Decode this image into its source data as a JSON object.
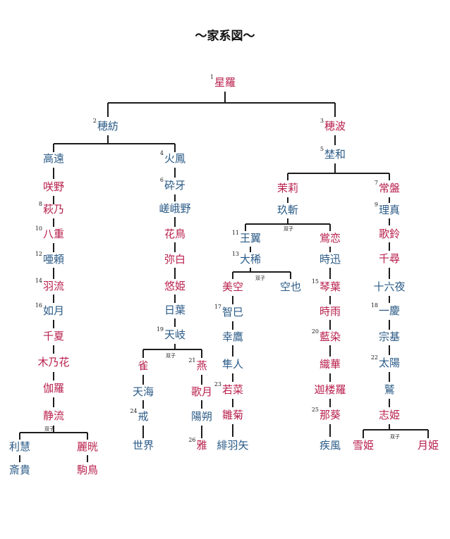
{
  "title": "～家系図～",
  "twin_label": "双子",
  "colors": {
    "male": "#2a5a86",
    "female": "#b81f4c",
    "line": "#1c1c1c"
  },
  "people": {
    "seira": {
      "name": "星羅",
      "num": "1",
      "gender": "f"
    },
    "honami_b": {
      "name": "穂紡",
      "num": "2",
      "gender": "m"
    },
    "honami": {
      "name": "穂波",
      "num": "3",
      "gender": "f"
    },
    "kouen": {
      "name": "高遠",
      "num": "",
      "gender": "m"
    },
    "kaho": {
      "name": "火鳳",
      "num": "4",
      "gender": "m"
    },
    "kiwa": {
      "name": "埜和",
      "num": "5",
      "gender": "m"
    },
    "sakuya": {
      "name": "咲野",
      "num": "",
      "gender": "f"
    },
    "saiga": {
      "name": "砕牙",
      "num": "6",
      "gender": "m"
    },
    "mari": {
      "name": "茉莉",
      "num": "",
      "gender": "f"
    },
    "tokiwa": {
      "name": "常盤",
      "num": "7",
      "gender": "f"
    },
    "hagino": {
      "name": "萩乃",
      "num": "8",
      "gender": "f"
    },
    "sagano": {
      "name": "嵯峨野",
      "num": "",
      "gender": "m"
    },
    "kyuzan": {
      "name": "玖斬",
      "num": "",
      "gender": "m"
    },
    "rishin": {
      "name": "理真",
      "num": "9",
      "gender": "m"
    },
    "yae": {
      "name": "八重",
      "num": "10",
      "gender": "f"
    },
    "kachou": {
      "name": "花鳥",
      "num": "",
      "gender": "f"
    },
    "ouyoku": {
      "name": "王翼",
      "num": "11",
      "gender": "m"
    },
    "ouren": {
      "name": "鴬恋",
      "num": "",
      "gender": "f"
    },
    "karin": {
      "name": "歌鈴",
      "num": "",
      "gender": "f"
    },
    "aiyori": {
      "name": "唖頼",
      "num": "12",
      "gender": "m"
    },
    "yayoi": {
      "name": "弥白",
      "num": "",
      "gender": "f"
    },
    "taiki": {
      "name": "大稀",
      "num": "13",
      "gender": "m"
    },
    "tokiji": {
      "name": "時迅",
      "num": "",
      "gender": "m"
    },
    "chihiro": {
      "name": "千尋",
      "num": "",
      "gender": "f"
    },
    "haru": {
      "name": "羽流",
      "num": "14",
      "gender": "f"
    },
    "yuuki": {
      "name": "悠姫",
      "num": "",
      "gender": "f"
    },
    "misora": {
      "name": "美空",
      "num": "",
      "gender": "f"
    },
    "kuuya": {
      "name": "空也",
      "num": "",
      "gender": "m"
    },
    "kotoha": {
      "name": "琴葉",
      "num": "15",
      "gender": "f"
    },
    "izayoi": {
      "name": "十六夜",
      "num": "",
      "gender": "m"
    },
    "kisaragi": {
      "name": "如月",
      "num": "16",
      "gender": "m"
    },
    "hiba": {
      "name": "日葉",
      "num": "",
      "gender": "m"
    },
    "tomomi": {
      "name": "智巳",
      "num": "17",
      "gender": "m"
    },
    "shigure": {
      "name": "時雨",
      "num": "",
      "gender": "f"
    },
    "ikkei": {
      "name": "一慶",
      "num": "18",
      "gender": "m"
    },
    "chinatsu": {
      "name": "千夏",
      "num": "",
      "gender": "f"
    },
    "amaki": {
      "name": "天岐",
      "num": "19",
      "gender": "m"
    },
    "koutaka": {
      "name": "幸鷹",
      "num": "",
      "gender": "m"
    },
    "aizome": {
      "name": "藍染",
      "num": "20",
      "gender": "f"
    },
    "muneki": {
      "name": "宗基",
      "num": "",
      "gender": "m"
    },
    "kinoka": {
      "name": "木乃花",
      "num": "",
      "gender": "f"
    },
    "suzume": {
      "name": "雀",
      "num": "",
      "gender": "f"
    },
    "tsubame": {
      "name": "燕",
      "num": "21",
      "gender": "f"
    },
    "hayato": {
      "name": "隼人",
      "num": "",
      "gender": "m"
    },
    "oribana": {
      "name": "織華",
      "num": "",
      "gender": "f"
    },
    "taiyou": {
      "name": "太陽",
      "num": "22",
      "gender": "m"
    },
    "garan": {
      "name": "伽羅",
      "num": "",
      "gender": "f"
    },
    "tenkai": {
      "name": "天海",
      "num": "",
      "gender": "m"
    },
    "kagetsu": {
      "name": "歌月",
      "num": "",
      "gender": "f"
    },
    "wakana": {
      "name": "若菜",
      "num": "23",
      "gender": "f"
    },
    "karura": {
      "name": "迦楼羅",
      "num": "",
      "gender": "f"
    },
    "washi": {
      "name": "鷲",
      "num": "",
      "gender": "m"
    },
    "shizuru": {
      "name": "静流",
      "num": "",
      "gender": "f"
    },
    "kai": {
      "name": "戒",
      "num": "24",
      "gender": "m"
    },
    "yousaku": {
      "name": "陽朔",
      "num": "",
      "gender": "m"
    },
    "hinagiku": {
      "name": "雛菊",
      "num": "",
      "gender": "f"
    },
    "nadeshiko": {
      "name": "那葵",
      "num": "25",
      "gender": "f"
    },
    "shiki": {
      "name": "志姫",
      "num": "",
      "gender": "f"
    },
    "rie": {
      "name": "利慧",
      "num": "",
      "gender": "m"
    },
    "reika": {
      "name": "麗晄",
      "num": "",
      "gender": "f"
    },
    "sekai": {
      "name": "世界",
      "num": "",
      "gender": "m"
    },
    "miyabi": {
      "name": "雅",
      "num": "26",
      "gender": "f"
    },
    "hiuya": {
      "name": "緋羽矢",
      "num": "",
      "gender": "m"
    },
    "hayate": {
      "name": "疾風",
      "num": "",
      "gender": "m"
    },
    "yukihime": {
      "name": "雪姫",
      "num": "",
      "gender": "f"
    },
    "tsukihime": {
      "name": "月姫",
      "num": "",
      "gender": "f"
    },
    "naoki": {
      "name": "斎貴",
      "num": "",
      "gender": "m"
    },
    "komadori": {
      "name": "駒鳥",
      "num": "",
      "gender": "f"
    }
  }
}
